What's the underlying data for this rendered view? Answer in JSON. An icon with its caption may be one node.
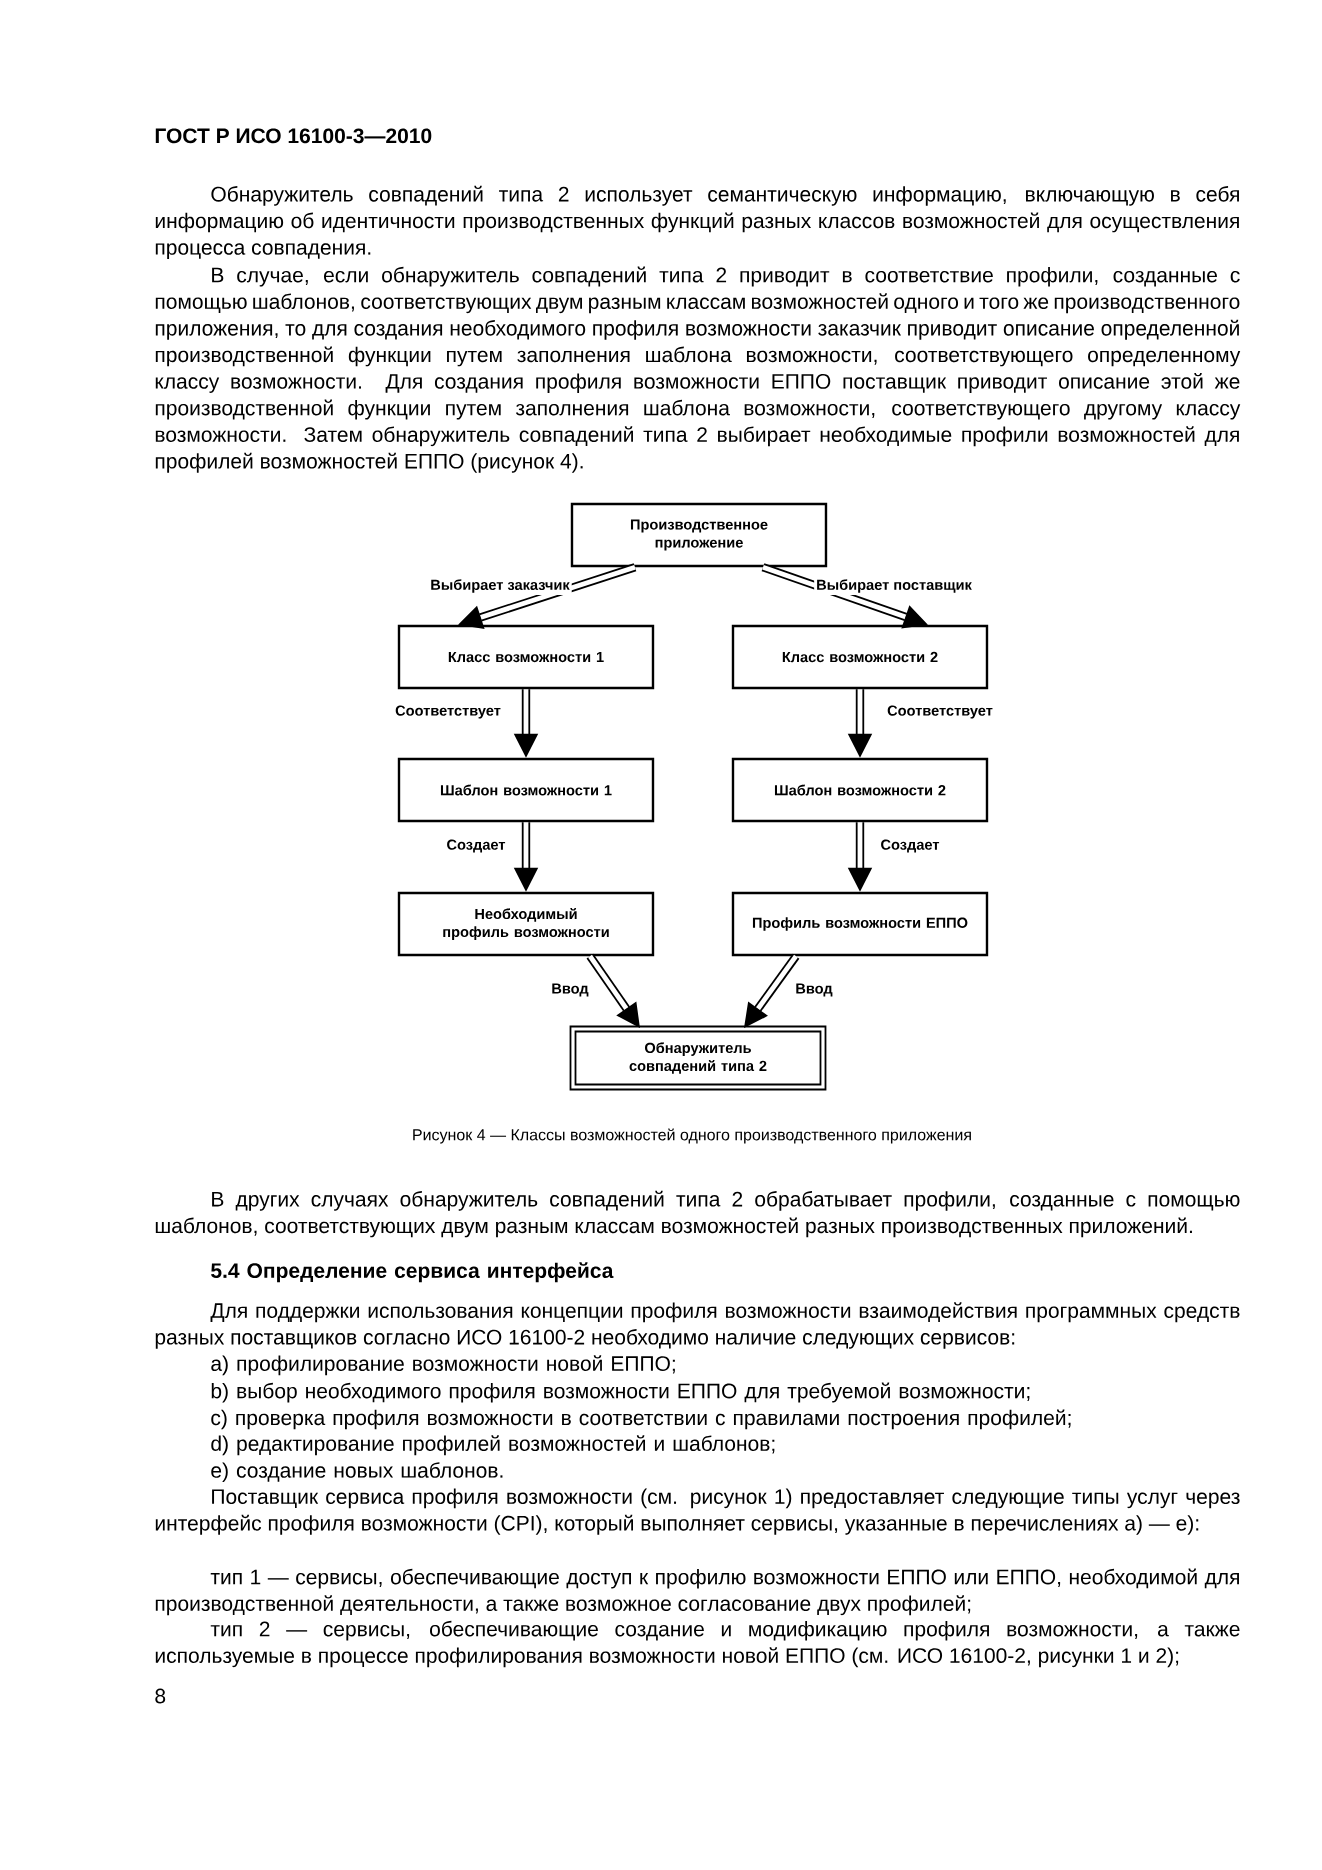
{
  "diagram": {
    "title": "ГОСТ Р ИСО 16100-3—2010",
    "caption": "Рисунок 4 — Классы возможностей одного производственного приложения",
    "nodes": [
      {
        "text": [
          "Производственное приложение"
        ]
      },
      {
        "text": [
          "Класс возможности 1"
        ]
      },
      {
        "text": [
          "Класс возможности 2"
        ]
      },
      {
        "text": [
          "Шаблон возможности 1"
        ]
      },
      {
        "text": [
          "Шаблон возможности 2"
        ]
      },
      {
        "text": [
          "Необходимый профиль возможности"
        ]
      },
      {
        "text": [
          "Профиль возможности ЕППО"
        ]
      },
      {
        "text": [
          "Обнаружитель совпадений типа 2"
        ]
      }
    ],
    "edges": [
      {
        "from": 0,
        "to": 1,
        "arrow": "to",
        "label": "Выбирает заказчик"
      },
      {
        "from": 0,
        "to": 2,
        "arrow": "to",
        "label": "Выбирает поставщик"
      },
      {
        "from": 1,
        "to": 3,
        "arrow": "to",
        "label": "Соответствует"
      },
      {
        "from": 2,
        "to": 4,
        "arrow": "to",
        "label": "Соответствует"
      },
      {
        "from": 3,
        "to": 5,
        "arrow": "to",
        "label": "Создает"
      },
      {
        "from": 4,
        "to": 6,
        "arrow": "to",
        "label": "Создает"
      },
      {
        "from": 5,
        "to": 7,
        "arrow": "to",
        "label": "Ввод"
      },
      {
        "from": 6,
        "to": 7,
        "arrow": "to",
        "label": "Ввод"
      }
    ],
    "labels": [
      "Обнаружитель совпадений типа 2 использует семантическую информацию, включающую в себя информацию об идентичности производственных функций разных классов возможностей для осуществления процесса совпадения.",
      "В случае, если обнаружитель совпадений типа 2 приводит в соответствие профили, созданные с помощью шаблонов, соответствующих двум разным классам возможностей одного и того же производственного приложения, то для создания необходимого профиля возможности заказчик приводит описание определенной производственной функции путем заполнения шаблона возможности, соответствующего определенному классу возможности. Для создания профиля возможности ЕППО поставщик приводит описание этой же производственной функции путем заполнения шаблона возможности, соответствующего другому классу возможности. Затем обнаружитель совпадений типа 2 выбирает необходимые профили возможностей для профилей возможностей ЕППО (рисунок 4).",
      "В других случаях обнаружитель совпадений типа 2 обрабатывает профили, созданные с помощью шаблонов, соответствующих двум разным классам возможностей разных производственных приложений.",
      "5.4 Определение сервиса интерфейса",
      "Для поддержки использования концепции профиля возможности взаимодействия программных средств разных поставщиков согласно ИСО 16100-2 необходимо наличие следующих сервисов:",
      "a) профилирование возможности новой ЕППО;",
      "b) выбор необходимого профиля возможности ЕППО для требуемой возможности;",
      "c) проверка профиля возможности в соответствии с правилами построения профилей;",
      "d) редактирование профилей возможностей и шаблонов;",
      "e) создание новых шаблонов.",
      "Поставщик сервиса профиля возможности (см. рисунок 1) предоставляет следующие типы услуг через интерфейс профиля возможности (CPI), который выполняет сервисы, указанные в перечислениях a) — e):",
      "тип 1 — сервисы, обеспечивающие доступ к профилю возможности ЕППО или ЕППО, необходимой для производственной деятельности, а также возможное согласование двух профилей;",
      "тип 2 — сервисы, обеспечивающие создание и модификацию профиля возможности, а также используемые в процессе профилирования возможности новой ЕППО (см. ИСО 16100-2, рисунки 1 и 2);",
      "8"
    ]
  }
}
